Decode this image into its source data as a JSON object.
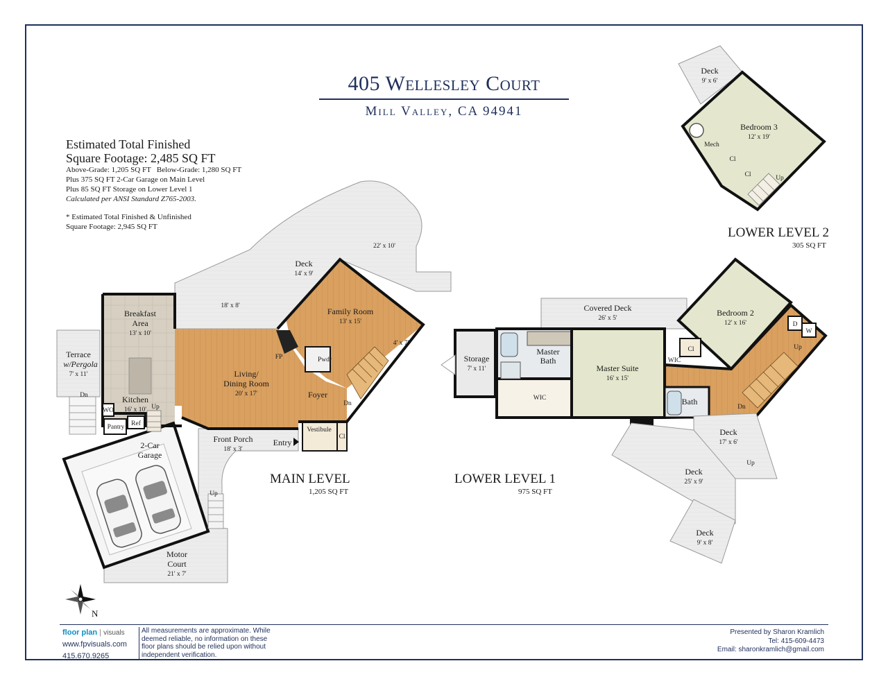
{
  "header": {
    "title": "405 Wellesley Court",
    "subtitle": "Mill Valley, CA 94941"
  },
  "summary": {
    "heading_line1": "Estimated Total Finished",
    "heading_line2": "Square Footage: 2,485 SQ FT",
    "grades": "Above-Grade: 1,205 SQ FT   Below-Grade: 1,280 SQ FT",
    "garage": "Plus 375 SQ FT 2-Car Garage on Main Level",
    "storage": "Plus 85 SQ FT Storage on Lower Level 1",
    "standard": "Calculated per ANSI Standard Z765-2003.",
    "unfinished_line1": "* Estimated Total Finished & Unfinished",
    "unfinished_line2": "Square Footage: 2,945 SQ FT"
  },
  "levels": {
    "main": {
      "name": "MAIN LEVEL",
      "sqft": "1,205 SQ FT"
    },
    "lower1": {
      "name": "LOWER LEVEL 1",
      "sqft": "975 SQ FT"
    },
    "lower2": {
      "name": "LOWER LEVEL 2",
      "sqft": "305 SQ FT"
    }
  },
  "rooms": {
    "deck_top": "22' x 10'",
    "deck_main_name": "Deck",
    "deck_main_dim": "14' x 9'",
    "deck_18x8": "18' x 8'",
    "breakfast_name1": "Breakfast",
    "breakfast_name2": "Area",
    "breakfast_dim": "13' x 10'",
    "family_name": "Family Room",
    "family_dim": "13' x 15'",
    "family_4x7": "4' x 7'",
    "terrace_name1": "Terrace",
    "terrace_name2": "w/Pergola",
    "terrace_dim": "7' x 11'",
    "living_name1": "Living/",
    "living_name2": "Dining Room",
    "living_dim": "20' x 17'",
    "fp": "FP",
    "pwdr": "Pwdr",
    "foyer": "Foyer",
    "dn_main": "Dn",
    "dn_terrace": "Dn",
    "kitchen_name": "Kitchen",
    "kitchen_dim": "16' x 10'",
    "wo": "WO",
    "up_kitchen": "Up",
    "pantry": "Pantry",
    "ref": "Ref",
    "vestibule": "Vestibule",
    "cl_main": "Cl",
    "porch_name": "Front Porch",
    "porch_dim": "18' x 3'",
    "entry": "Entry",
    "garage_name1": "2-Car",
    "garage_name2": "Garage",
    "up_porch": "Up",
    "motor_name1": "Motor",
    "motor_name2": "Court",
    "motor_dim": "21' x 7'",
    "storage_name": "Storage",
    "storage_dim": "7' x 11'",
    "covered_deck_name": "Covered Deck",
    "covered_deck_dim": "26' x 5'",
    "master_bath1": "Master",
    "master_bath2": "Bath",
    "master_suite_name": "Master Suite",
    "master_suite_dim": "16' x 15'",
    "wic1": "WIC",
    "wic2": "WIC",
    "bedroom2_name": "Bedroom 2",
    "bedroom2_dim": "12' x 16'",
    "cl_l1": "Cl",
    "washer_d": "D",
    "washer_w": "W",
    "up_l1": "Up",
    "dn_l1": "Dn",
    "bath": "Bath",
    "deck_17x6_name": "Deck",
    "deck_17x6_dim": "17' x 6'",
    "up_deck": "Up",
    "deck_25x9_name": "Deck",
    "deck_25x9_dim": "25' x 9'",
    "deck_9x8_name": "Deck",
    "deck_9x8_dim": "9' x 8'",
    "deck_9x6_name": "Deck",
    "deck_9x6_dim": "9' x 6'",
    "bedroom3_name": "Bedroom 3",
    "bedroom3_dim": "12' x 19'",
    "mech": "Mech",
    "cl_l2a": "Cl",
    "cl_l2b": "Cl",
    "up_l2": "Up"
  },
  "compass": {
    "north": "N"
  },
  "footer": {
    "brand_name": "floor plan",
    "brand_suffix": "visuals",
    "website": "www.fpvisuals.com",
    "phone": "415.670.9265",
    "disclaimer": "All measurements are approximate. While deemed reliable, no information on these floor plans should be relied upon without independent verification.",
    "presenter": "Presented by Sharon Kramlich",
    "tel": "Tel: 415-609-4473",
    "email": "Email: sharonkramlich@gmail.com"
  },
  "colors": {
    "navy": "#1f2f5c",
    "wood": "#d9a060",
    "tile": "#d7d0c2",
    "suite": "#e4e7cd",
    "deck": "#ebebeb",
    "wall": "#111111",
    "brand_blue": "#0a8fc4"
  }
}
